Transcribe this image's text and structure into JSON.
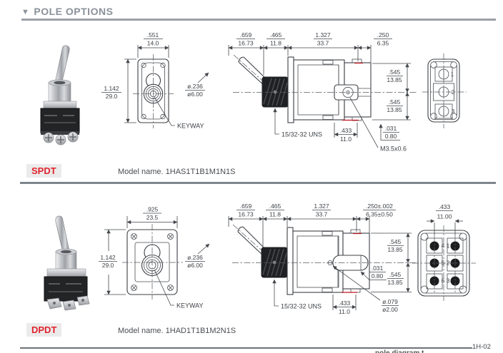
{
  "header": {
    "arrow": "▼",
    "title": "POLE OPTIONS"
  },
  "colors": {
    "accent_red": "#e2232d",
    "label_bg": "#ebebeb",
    "header_gray": "#8a919a",
    "divider_gray": "#7e858c",
    "line": "#3d4045",
    "dim_text": "#3f4247"
  },
  "spdt": {
    "label": "SPDT",
    "model": "Model name. 1HAS1T1B1M1N1S",
    "front": {
      "width_in": ".551",
      "width_mm": "14.0",
      "height_in": "1.142",
      "height_mm": "29.0",
      "lever_dia_in": "ø.236",
      "lever_dia_mm": "ø6.00",
      "keyway": "KEYWAY"
    },
    "side": {
      "d1_in": ".659",
      "d1_mm": "16.73",
      "d2_in": ".465",
      "d2_mm": "11.8",
      "d3_in": "1.327",
      "d3_mm": "33.7",
      "d4_in": ".250",
      "d4_mm": "6.35",
      "upper_in": ".545",
      "upper_mm": "13.85",
      "lower_in": ".545",
      "lower_mm": "13.85",
      "plate_in": ".031",
      "plate_mm": "0.80",
      "base_in": ".433",
      "base_mm": "11.0",
      "thread": "15/32-32 UNS",
      "screw": "M3.5x0.6"
    },
    "end": {
      "t1": "1",
      "t2": "2",
      "t3": "3"
    }
  },
  "dpdt": {
    "label": "DPDT",
    "model": "Model name. 1HAD1T1B1M2N1S",
    "front": {
      "width_in": ".925",
      "width_mm": "23.5",
      "height_in": "1.142",
      "height_mm": "29.0",
      "lever_dia_in": "ø.236",
      "lever_dia_mm": "ø6.00",
      "keyway": "KEYWAY"
    },
    "side": {
      "d1_in": ".659",
      "d1_mm": "16.73",
      "d2_in": ".465",
      "d2_mm": "11.8",
      "d3_in": "1.327",
      "d3_mm": "33.7",
      "d4_in": ".250±.002",
      "d4_mm": "6.35±0.50",
      "upper_in": ".545",
      "upper_mm": "13.85",
      "lower_in": ".545",
      "lower_mm": "13.85",
      "plate_in": ".031",
      "plate_mm": "0.80",
      "base_in": ".433",
      "base_mm": "11.0",
      "hole_in": "ø.079",
      "hole_mm": "ø2.00",
      "thread": "15/32-32 UNS"
    },
    "end": {
      "width_in": ".433",
      "width_mm": "11.00",
      "t1": "1",
      "t2": "2",
      "t3": "3",
      "t4": "4",
      "t5": "5",
      "t6": "6"
    }
  },
  "footer": {
    "page": "1H-02",
    "partial_text": "pole diagram t"
  }
}
